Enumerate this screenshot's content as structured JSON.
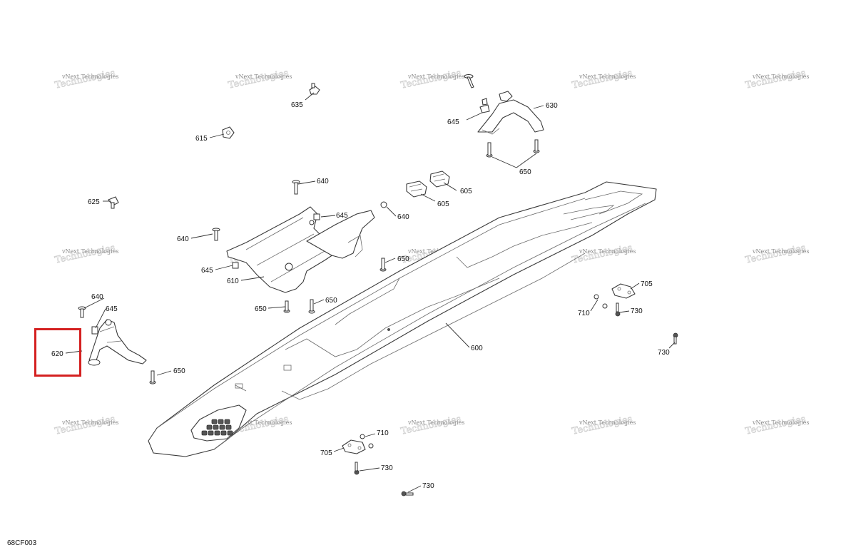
{
  "figure_code": "68CF003",
  "watermark": {
    "line1": "vNext Technologies",
    "line2": "Technologies"
  },
  "highlight": {
    "part": "620",
    "color": "#d42020"
  },
  "callouts": [
    {
      "id": "c635",
      "label": "635"
    },
    {
      "id": "c630",
      "label": "630"
    },
    {
      "id": "c645a",
      "label": "645"
    },
    {
      "id": "c615",
      "label": "615"
    },
    {
      "id": "c650a",
      "label": "650"
    },
    {
      "id": "c640a",
      "label": "640"
    },
    {
      "id": "c605a",
      "label": "605"
    },
    {
      "id": "c605b",
      "label": "605"
    },
    {
      "id": "c625",
      "label": "625"
    },
    {
      "id": "c645b",
      "label": "645"
    },
    {
      "id": "c640b",
      "label": "640"
    },
    {
      "id": "c640c",
      "label": "640"
    },
    {
      "id": "c645c",
      "label": "645"
    },
    {
      "id": "c650b",
      "label": "650"
    },
    {
      "id": "c610",
      "label": "610"
    },
    {
      "id": "c640d",
      "label": "640"
    },
    {
      "id": "c645d",
      "label": "645"
    },
    {
      "id": "c650c",
      "label": "650"
    },
    {
      "id": "c650d",
      "label": "650"
    },
    {
      "id": "c705a",
      "label": "705"
    },
    {
      "id": "c710a",
      "label": "710"
    },
    {
      "id": "c730a",
      "label": "730"
    },
    {
      "id": "c620",
      "label": "620"
    },
    {
      "id": "c600",
      "label": "600"
    },
    {
      "id": "c730b",
      "label": "730"
    },
    {
      "id": "c650e",
      "label": "650"
    },
    {
      "id": "c710b",
      "label": "710"
    },
    {
      "id": "c705b",
      "label": "705"
    },
    {
      "id": "c730c",
      "label": "730"
    },
    {
      "id": "c730d",
      "label": "730"
    }
  ]
}
